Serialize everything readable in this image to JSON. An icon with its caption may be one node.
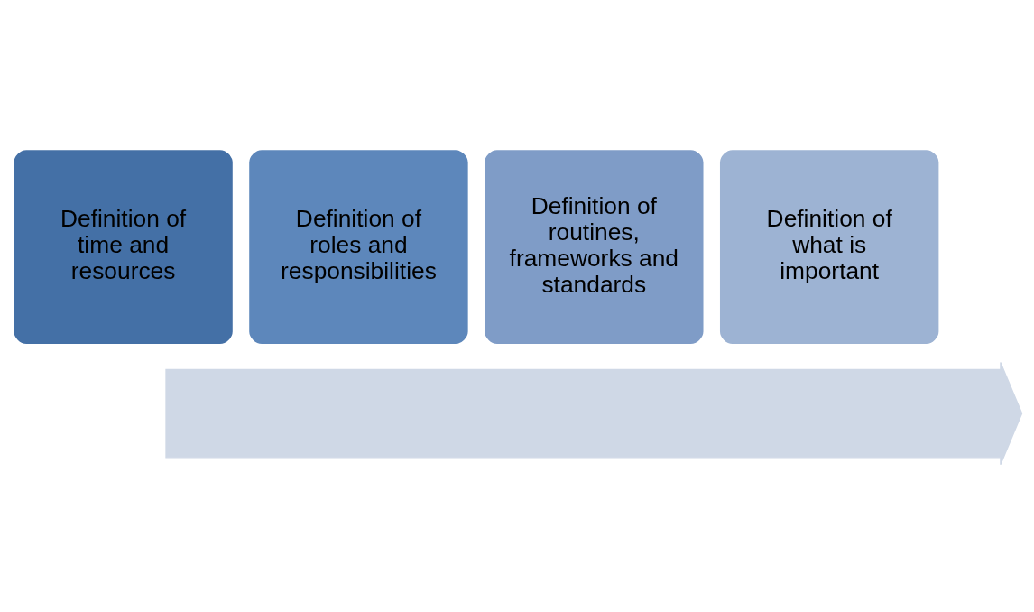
{
  "diagram": {
    "nodes": [
      {
        "text": [],
        "shape": "arrow"
      },
      {
        "text": [
          "Definition of time and resources"
        ]
      },
      {
        "text": [
          "Definition of roles and responsibilities"
        ]
      },
      {
        "text": [
          "Definition of routines, frameworks and standards"
        ]
      },
      {
        "text": [
          "Definition of what is important"
        ]
      }
    ]
  }
}
